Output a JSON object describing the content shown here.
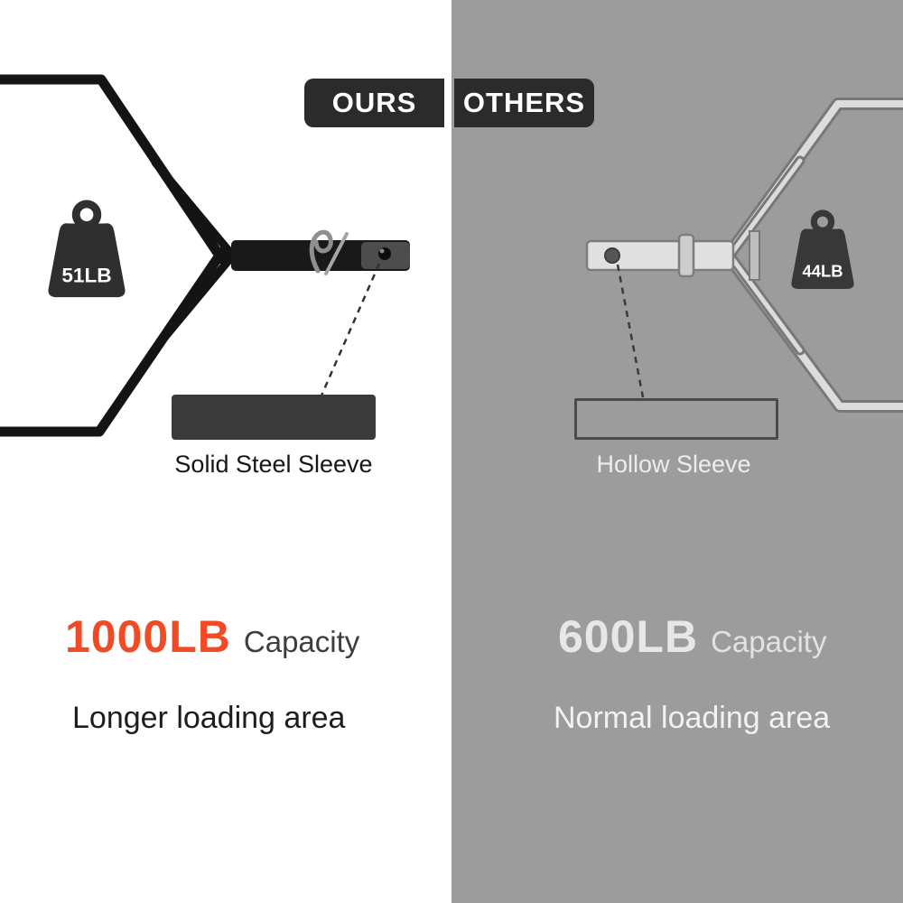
{
  "ours": {
    "badge": "OURS",
    "weight_label": "51LB",
    "sleeve_label": "Solid Steel Sleeve",
    "capacity_value": "1000LB",
    "capacity_suffix": "Capacity",
    "loading_text": "Longer loading area"
  },
  "others": {
    "badge": "OTHERS",
    "weight_label": "44LB",
    "sleeve_label": "Hollow Sleeve",
    "capacity_value": "600LB",
    "capacity_suffix": "Capacity",
    "loading_text": "Normal loading area"
  },
  "colors": {
    "accent": "#f14a24",
    "right_bg": "#9c9c9c",
    "badge_bg": "#2b2b2b",
    "dark_bar": "#141414",
    "chrome_bar": "#d9d9d9"
  }
}
